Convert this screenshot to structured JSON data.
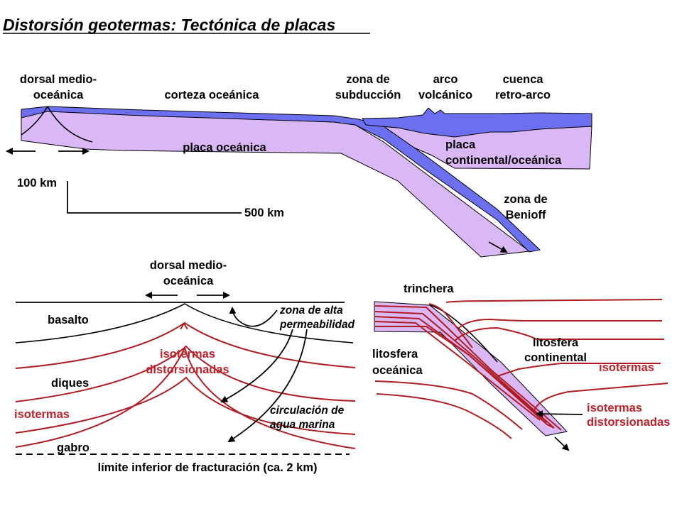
{
  "title": "Distorsión geotermas: Tectónica de placas",
  "colors": {
    "oceanic_crust": "#6b6ff0",
    "plate": "#d9b8f5",
    "isotherm": "#b01c22",
    "red_text": "#c0202a"
  },
  "top_section": {
    "labels": {
      "ridge_line1": "dorsal medio-",
      "ridge_line2": "oceánica",
      "oceanic_crust": "corteza oceánica",
      "subduction_line1": "zona de",
      "subduction_line2": "subducción",
      "arc_line1": "arco",
      "arc_line2": "volcánico",
      "basin_line1": "cuenca",
      "basin_line2": "retro-arco",
      "oceanic_plate": "placa oceánica",
      "cont_plate_line1": "placa",
      "cont_plate_line2": "continental/oceánica",
      "benioff_line1": "zona de",
      "benioff_line2": "Benioff"
    },
    "scale": {
      "vertical": "100 km",
      "horizontal": "500 km"
    }
  },
  "bottom_left": {
    "labels": {
      "ridge_line1": "dorsal medio-",
      "ridge_line2": "oceánica",
      "basalt": "basalto",
      "permeability_line1": "zona de alta",
      "permeability_line2": "permeabilidad",
      "distorted_line1": "isotermas",
      "distorted_line2": "distorsionadas",
      "dikes": "diques",
      "isotherms": "isotermas",
      "circulation_line1": "circulación de",
      "circulation_line2": "agua marina",
      "gabbro": "gabro",
      "fracture_limit": "límite inferior de fracturación (ca. 2 km)"
    }
  },
  "bottom_right": {
    "labels": {
      "trench": "trinchera",
      "cont_litho_line1": "litosfera",
      "cont_litho_line2": "continental",
      "isotherms": "isotermas",
      "ocean_litho_line1": "litosfera",
      "ocean_litho_line2": "oceánica",
      "distorted_line1": "isotermas",
      "distorted_line2": "distorsionadas"
    }
  }
}
